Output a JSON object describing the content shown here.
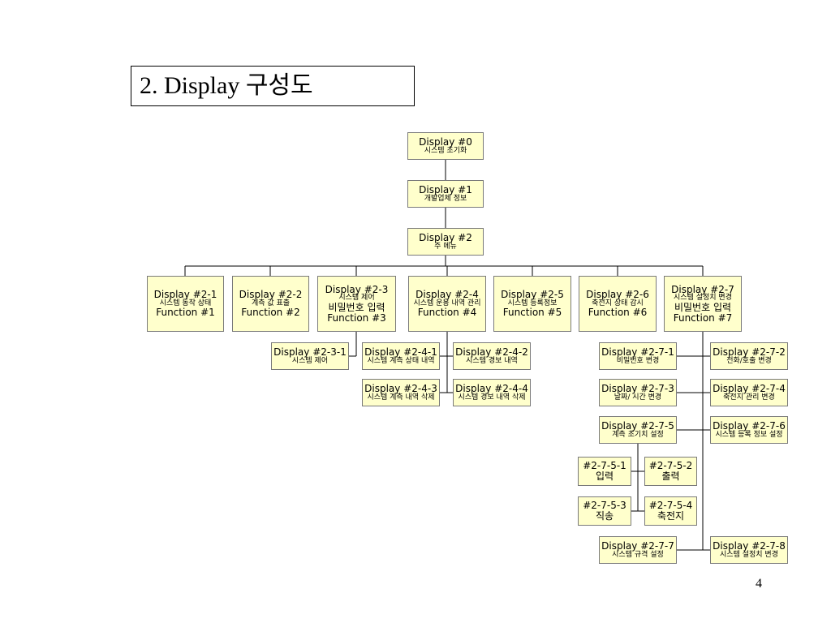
{
  "title": "2. Display 구성도",
  "page_number": "4",
  "nodes": [
    {
      "id": "d0",
      "lines": [
        "Display #0",
        "시스템 초기화"
      ]
    },
    {
      "id": "d1",
      "lines": [
        "Display #1",
        "개발업체 정보"
      ]
    },
    {
      "id": "d2",
      "lines": [
        "Display #2",
        "주 메뉴"
      ]
    },
    {
      "id": "d21",
      "lines": [
        "Display #2-1",
        "시스템 동작 상태",
        "Function #1"
      ]
    },
    {
      "id": "d22",
      "lines": [
        "Display #2-2",
        "계측 값 표출",
        "Function #2"
      ]
    },
    {
      "id": "d23",
      "lines": [
        "Display #2-3",
        "시스템 제어",
        "비밀번호 입력",
        "Function #3"
      ]
    },
    {
      "id": "d24",
      "lines": [
        "Display #2-4",
        "시스템 운용 내역 관리",
        "Function #4"
      ]
    },
    {
      "id": "d25",
      "lines": [
        "Display #2-5",
        "시스템 등록정보",
        "Function #5"
      ]
    },
    {
      "id": "d26",
      "lines": [
        "Display #2-6",
        "축전지 상태 감시",
        "Function #6"
      ]
    },
    {
      "id": "d27",
      "lines": [
        "Display #2-7",
        "시스템 설정치 변경",
        "비밀번호 입력",
        "Function #7"
      ]
    },
    {
      "id": "d231",
      "lines": [
        "Display #2-3-1",
        "시스템 제어"
      ]
    },
    {
      "id": "d241",
      "lines": [
        "Display #2-4-1",
        "시스템 계측 상태 내역"
      ]
    },
    {
      "id": "d242",
      "lines": [
        "Display #2-4-2",
        "시스템 경보 내역"
      ]
    },
    {
      "id": "d243",
      "lines": [
        "Display #2-4-3",
        "시스템 계측 내역 삭제"
      ]
    },
    {
      "id": "d244",
      "lines": [
        "Display #2-4-4",
        "시스템 경보 내역 삭제"
      ]
    },
    {
      "id": "d271",
      "lines": [
        "Display #2-7-1",
        "비밀번호 변경"
      ]
    },
    {
      "id": "d272",
      "lines": [
        "Display #2-7-2",
        "전화/호출 변경"
      ]
    },
    {
      "id": "d273",
      "lines": [
        "Display #2-7-3",
        "날짜/ 시간 변경"
      ]
    },
    {
      "id": "d274",
      "lines": [
        "Display #2-7-4",
        "축전지 관리 변경"
      ]
    },
    {
      "id": "d275",
      "lines": [
        "Display #2-7-5",
        "계측 초기치 설정"
      ]
    },
    {
      "id": "d276",
      "lines": [
        "Display #2-7-6",
        "시스템 등록 정보 설정"
      ]
    },
    {
      "id": "d2751",
      "lines": [
        "#2-7-5-1",
        "입력"
      ]
    },
    {
      "id": "d2752",
      "lines": [
        "#2-7-5-2",
        "출력"
      ]
    },
    {
      "id": "d2753",
      "lines": [
        "#2-7-5-3",
        "직송"
      ]
    },
    {
      "id": "d2754",
      "lines": [
        "#2-7-5-4",
        "축전지"
      ]
    },
    {
      "id": "d277",
      "lines": [
        "Display #2-7-7",
        "시스템 규격 설정"
      ]
    },
    {
      "id": "d278",
      "lines": [
        "Display #2-7-8",
        "시스템 설정치 변경"
      ]
    }
  ]
}
